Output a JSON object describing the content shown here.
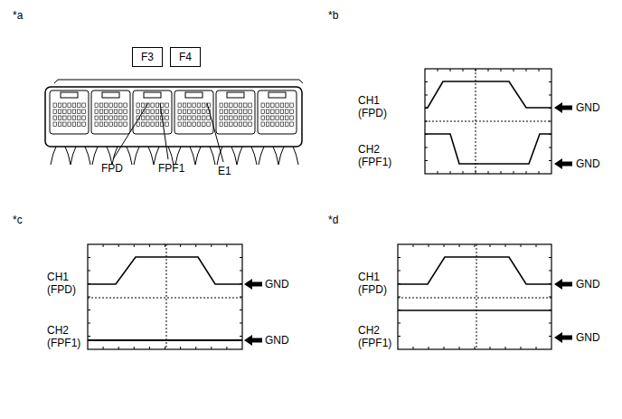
{
  "diagram": {
    "nodes": [
      {
        "text": [
          "F3"
        ]
      },
      {
        "text": [
          "F4"
        ]
      }
    ],
    "labels": [
      "*a",
      "FPD",
      "FPF1",
      "E1",
      "*b",
      "CH1 (FPD)",
      "GND",
      "CH2 (FPF1)",
      "GND",
      "*c",
      "CH1 (FPD)",
      "GND",
      "CH2 (FPF1)",
      "GND",
      "*d",
      "CH1 (FPD)",
      "GND",
      "CH2 (FPF1)",
      "GND"
    ]
  }
}
